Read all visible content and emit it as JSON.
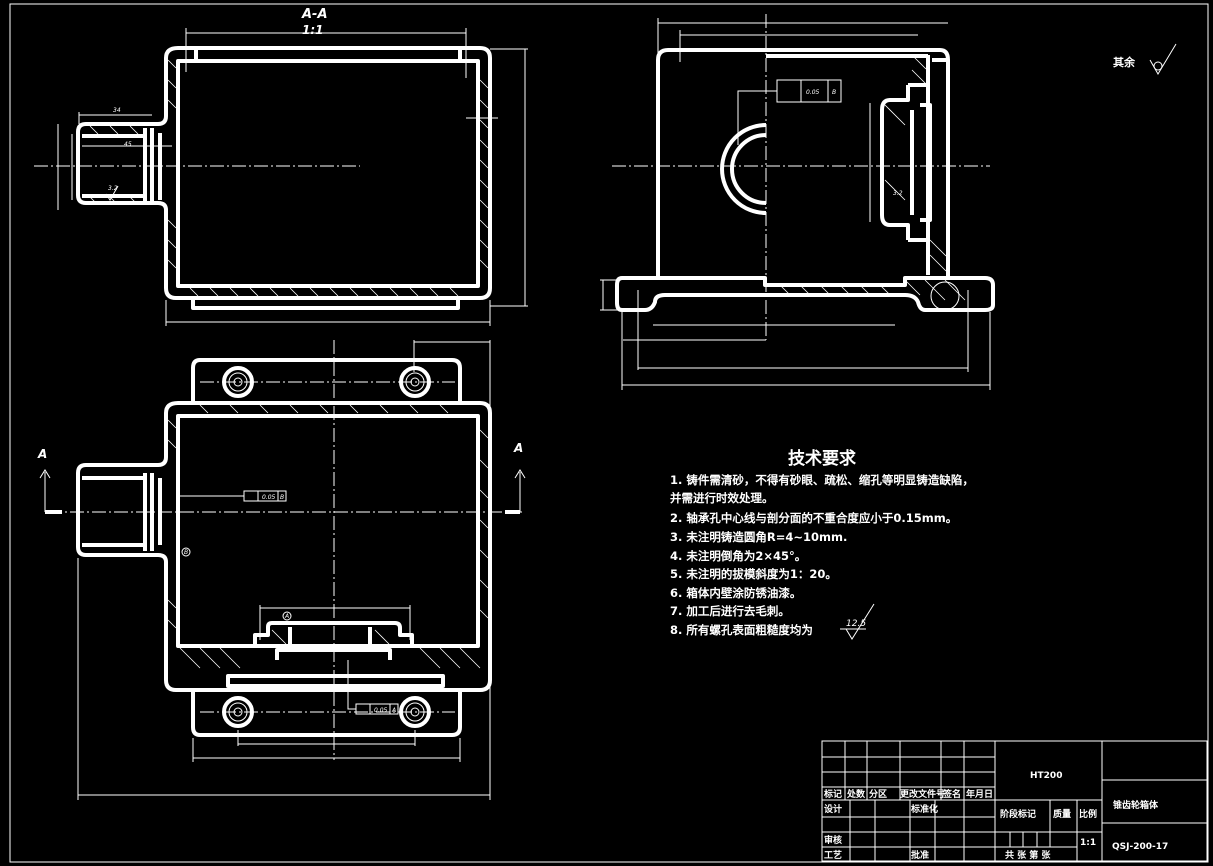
{
  "drawing": {
    "background": "#000000",
    "line_color": "#ffffff",
    "section_view": {
      "title": "A-A",
      "scale": "1:1",
      "dims": [
        "34",
        "45",
        "3.2"
      ]
    },
    "section_marks": [
      "A",
      "A"
    ],
    "datum_labels": [
      "A",
      "B"
    ],
    "tolerance_frames": [
      {
        "value": "0.05",
        "datum": "B"
      },
      {
        "value": "0.05",
        "datum": "A"
      },
      {
        "value": "0.05",
        "datum": "B"
      }
    ],
    "side_view": {
      "dims": [
        "3.2"
      ]
    },
    "roughness_note": {
      "label": "其余"
    }
  },
  "tech_requirements": {
    "title": "技术要求",
    "items": [
      "1.  铸件需清砂，不得有砂眼、疏松、缩孔等明显铸造缺陷，",
      "     并需进行时效处理。",
      "2.  轴承孔中心线与剖分面的不重合度应小于0.15mm。",
      "3.  未注明铸造圆角R=4~10mm.",
      "4.  未注明倒角为2×45°。",
      "5.  未注明的拔模斜度为1：20。",
      "6.  箱体内壁涂防锈油漆。",
      "7.  加工后进行去毛刺。",
      "8.  所有螺孔表面粗糙度均为"
    ],
    "roughness_value": "12.5"
  },
  "title_block": {
    "material": "HT200",
    "part_name": "锥齿轮箱体",
    "drawing_number": "QSJ-200-17",
    "header_row": [
      "标记",
      "处数",
      "分区",
      "更改文件号",
      "签名",
      "年月日"
    ],
    "design": "设计",
    "standardization": "标准化",
    "review": "审核",
    "process": "工艺",
    "approve": "批准",
    "stage_mark": "阶段标记",
    "weight": "质量",
    "ratio": "比例",
    "ratio_value": "1:1",
    "sheets": "共  张  第  张"
  }
}
